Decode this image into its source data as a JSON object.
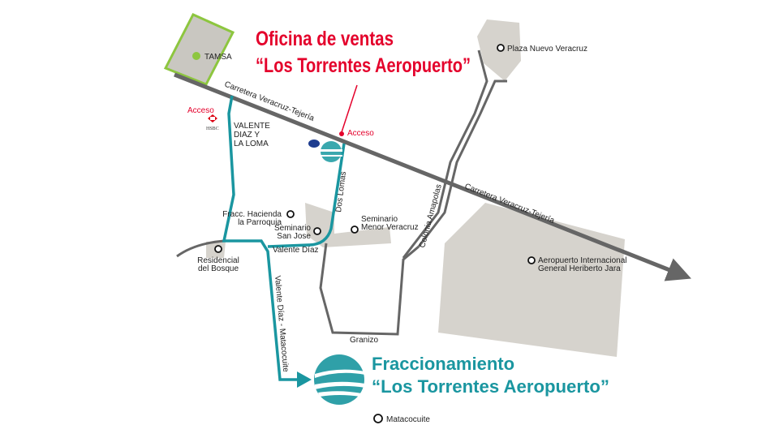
{
  "office": {
    "line1": "Oficina de ventas",
    "line2": "“Los Torrentes Aeropuerto”"
  },
  "development": {
    "line1": "Fraccionamiento",
    "line2": "“Los Torrentes Aeropuerto”"
  },
  "access_labels": [
    "Acceso",
    "Acceso"
  ],
  "bank_label": "HSBC",
  "roads": {
    "highway_1": "Carretera Veracruz-Tejería",
    "highway_2": "Carretera Veracruz-Tejería",
    "dos_lomas": "Dos Lomas",
    "valente_diaz": "Valente Díaz",
    "valente_matacocuite": "Valente Díaz - Matacocuite",
    "colonia_amapolas": "Colonia Amapolas",
    "granizo": "Granizo"
  },
  "places": {
    "tamsa": "TAMSA",
    "plaza": "Plaza Nuevo Veracruz",
    "valente_loma_1": "VALENTE",
    "valente_loma_2": "DIAZ Y",
    "valente_loma_3": "LA LOMA",
    "hacienda_1": "Fracc. Hacienda",
    "hacienda_2": "la Parroquia",
    "seminario_sj_1": "Seminario",
    "seminario_sj_2": "San Jose",
    "seminario_mv_1": "Seminario",
    "seminario_mv_2": "Menor Veracruz",
    "residencial_1": "Residencial",
    "residencial_2": "del Bosque",
    "airport_1": "Aeropuerto Internacional",
    "airport_2": "General Heriberto Jara",
    "matacocuite": "Matacocuite"
  },
  "colors": {
    "route": "#1a96a0",
    "road": "#666666",
    "accent": "#e4002b",
    "area": "#d6d3cd",
    "tamsa": "#8dc63f"
  }
}
